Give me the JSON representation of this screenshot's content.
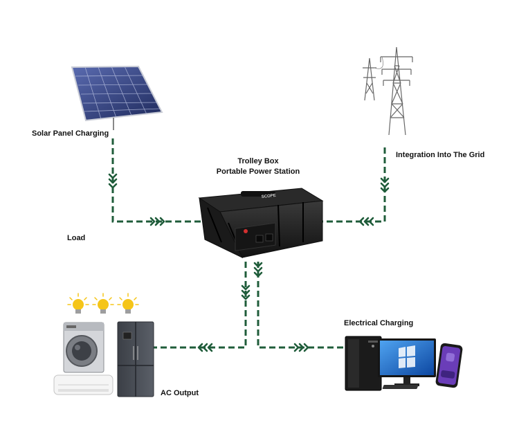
{
  "labels": {
    "solar": "Solar Panel Charging",
    "grid": "Integration Into The Grid",
    "title_line1": "Trolley Box",
    "title_line2": "Portable Power Station",
    "load": "Load",
    "ac_output": "AC Output",
    "electrical": "Electrical Charging"
  },
  "device_brand_text": "SCOPE",
  "colors": {
    "flow_line": "#1f5c3a",
    "panel_blue": "#2f3f78",
    "box_body": "#1b1b1b",
    "bulb": "#f5c518",
    "laptop_screen": "#1565c0"
  }
}
